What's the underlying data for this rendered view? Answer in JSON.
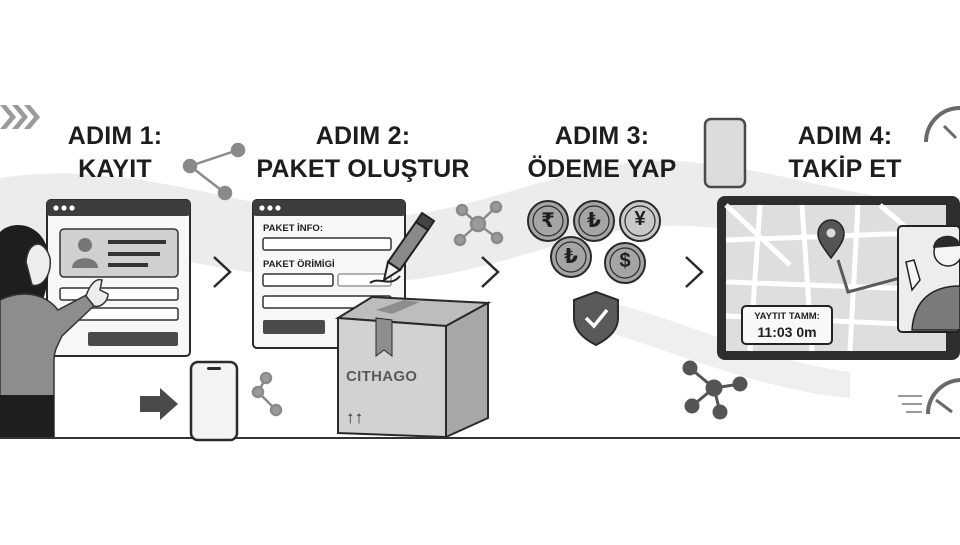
{
  "steps": [
    {
      "title_line1": "ADIM 1:",
      "title_line2": "KAYIT"
    },
    {
      "title_line1": "ADIM 2:",
      "title_line2": "PAKET OLUŞTUR"
    },
    {
      "title_line1": "ADIM 3:",
      "title_line2": "ÖDEME YAP"
    },
    {
      "title_line1": "ADIM 4:",
      "title_line2": "TAKİP ET"
    }
  ],
  "package_form": {
    "info_label": "PAKET İNFO:",
    "option_label": "PAKET ÖRİMİGİ"
  },
  "package_box": {
    "brand": "CITHAGO",
    "arrows": "↑↑"
  },
  "payment": {
    "currencies": [
      "₹",
      "₺",
      "¥",
      "₺",
      "$"
    ]
  },
  "tracking": {
    "eta_label": "YAYTIT TAMM:",
    "eta_time": "11:03 0m"
  },
  "icons": [
    "chevron-right-icon",
    "network-icon",
    "user-card-icon",
    "pen-icon",
    "shield-check-icon",
    "map-pin-icon",
    "gauge-icon",
    "smartphone-icon"
  ]
}
